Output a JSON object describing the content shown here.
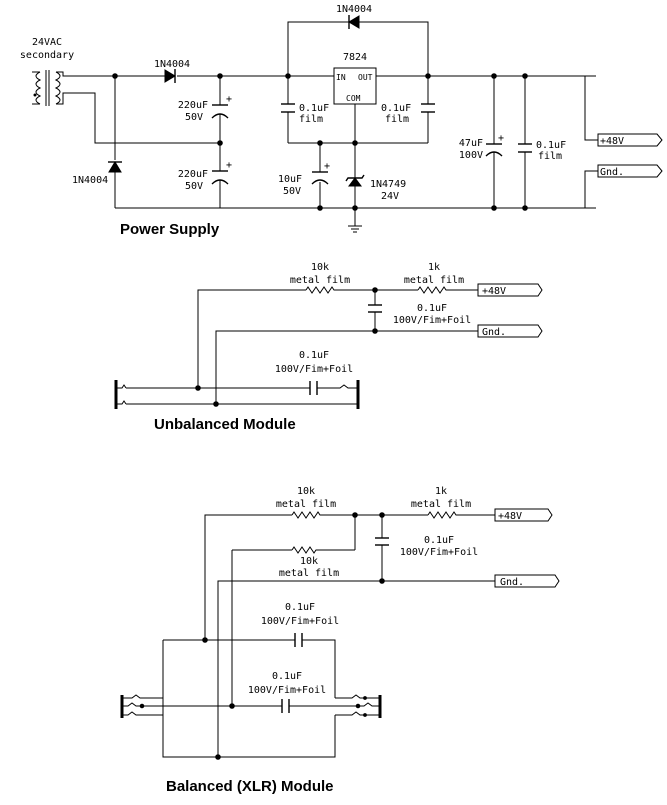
{
  "power_supply": {
    "title": "Power Supply",
    "transformer": [
      "24VAC",
      "secondary"
    ],
    "d_in": "1N4004",
    "d_top": "1N4004",
    "d_left": "1N4004",
    "reg_name": "7824",
    "reg_in": "IN",
    "reg_out": "OUT",
    "reg_com": "COM",
    "c_220_top": [
      "220uF",
      "50V"
    ],
    "c_220_bot": [
      "220uF",
      "50V"
    ],
    "c_01_in": [
      "0.1uF",
      "film"
    ],
    "c_01_out": [
      "0.1uF",
      "film"
    ],
    "c_10": [
      "10uF",
      "50V"
    ],
    "zener": [
      "1N4749",
      "24V"
    ],
    "c_47": [
      "47uF",
      "100V"
    ],
    "c_01_right": [
      "0.1uF",
      "film"
    ],
    "out_48": "+48V",
    "out_gnd": "Gnd."
  },
  "unbalanced": {
    "title": "Unbalanced Module",
    "r_10k": [
      "10k",
      "metal film"
    ],
    "r_1k": [
      "1k",
      "metal film"
    ],
    "c_bypass": [
      "0.1uF",
      "100V/Fim+Foil"
    ],
    "c_coupling": [
      "0.1uF",
      "100V/Fim+Foil"
    ],
    "in_48": "+48V",
    "in_gnd": "Gnd."
  },
  "balanced": {
    "title": "Balanced (XLR) Module",
    "r_10k_a": [
      "10k",
      "metal film"
    ],
    "r_10k_b": [
      "10k",
      "metal film"
    ],
    "r_1k": [
      "1k",
      "metal film"
    ],
    "c_bypass": [
      "0.1uF",
      "100V/Fim+Foil"
    ],
    "c_top": [
      "0.1uF",
      "100V/Fim+Foil"
    ],
    "c_bot": [
      "0.1uF",
      "100V/Fim+Foil"
    ],
    "in_48": "+48V",
    "in_gnd": "Gnd."
  }
}
